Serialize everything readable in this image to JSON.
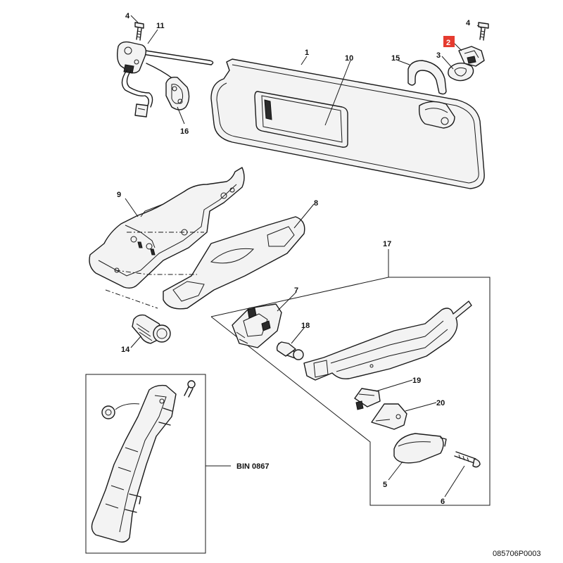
{
  "callouts": {
    "c1": "1",
    "c2": "2",
    "c3": "3",
    "c4a": "4",
    "c4b": "4",
    "c5": "5",
    "c6": "6",
    "c7": "7",
    "c8": "8",
    "c9": "9",
    "c10": "10",
    "c11": "11",
    "c14": "14",
    "c15": "15",
    "c16": "16",
    "c17": "17",
    "c18": "18",
    "c19": "19",
    "c20": "20"
  },
  "bin_label": "BIN 0867",
  "drawing_ref": "085706P0003",
  "highlight_color": "#e53b2f"
}
